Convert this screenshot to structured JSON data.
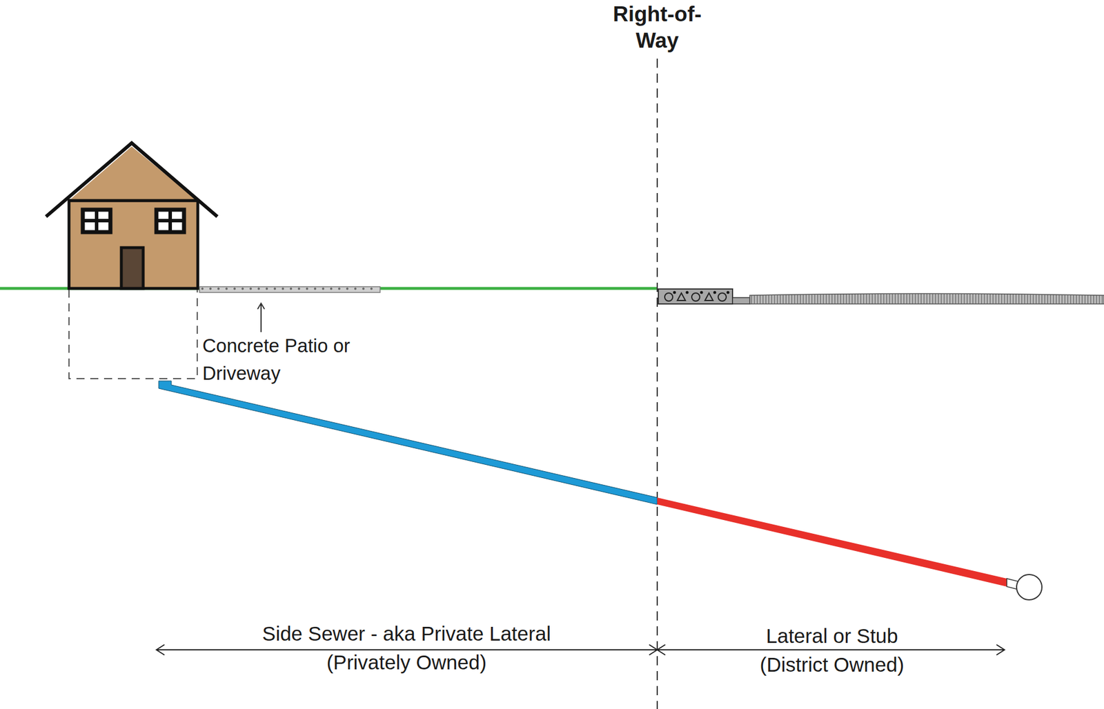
{
  "diagram": {
    "labels": [
      "Right-of- Way",
      "Concrete Patio or Driveway",
      "Side Sewer - aka Private Lateral",
      "(Privately Owned)",
      "Lateral or Stub",
      "(District Owned)"
    ]
  }
}
